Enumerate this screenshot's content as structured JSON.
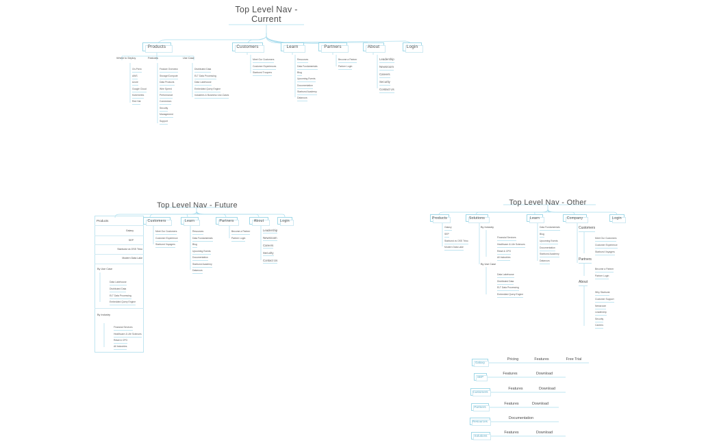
{
  "page": {
    "background": "#ffffff",
    "line_color": "#9fd8e8",
    "text_color": "#4a4a4a",
    "accent": "#5aa9c4"
  },
  "diagrams": [
    {
      "id": "current",
      "title": "Top Level Nav -\nCurrent",
      "nodes": [
        {
          "label": "Products"
        },
        {
          "label": "Customers"
        },
        {
          "label": "Learn"
        },
        {
          "label": "Partners"
        },
        {
          "label": "About"
        },
        {
          "label": "Login"
        }
      ],
      "products": {
        "groups": [
          {
            "heading": "Where to Deploy",
            "items": [
              "On-Prem",
              "AWS",
              "Azure",
              "Google Cloud",
              "Kubernetes",
              "Red Hat"
            ]
          },
          {
            "heading": "Features",
            "items": [
              "Feature Overview",
              "Storage/Compute",
              "Data Products",
              "Wire Speed",
              "Performance",
              "Connectors",
              "Security",
              "Management",
              "Support"
            ]
          },
          {
            "heading": "Use Case",
            "items": [
              "Distributed Data",
              "ELT Data Processing",
              "Data Lakehouse",
              "Embedded Query Engine",
              "Industries & Business Use-Cases"
            ]
          }
        ]
      },
      "customers": [
        "Meet Our Customers",
        "Customer Experiences",
        "Starburst Troopers"
      ],
      "learn": [
        "Resources",
        "Data Fundamentals",
        "Blog",
        "Upcoming Events",
        "Documentation",
        "Starburst Academy",
        "Datanova"
      ],
      "partners": [
        "Become a Partner",
        "Partner Login"
      ],
      "about": [
        "Leadership",
        "Newsroom",
        "Careers",
        "Security",
        "Contact Us"
      ]
    },
    {
      "id": "future",
      "title": "Top Level Nav - Future",
      "nodes": [
        {
          "label": "Products"
        },
        {
          "label": "Customers"
        },
        {
          "label": "Learn"
        },
        {
          "label": "Partners"
        },
        {
          "label": "About"
        },
        {
          "label": "Login"
        }
      ],
      "products": {
        "heading": "Products",
        "top_items": [
          "Galaxy",
          "SEP",
          "Starburst vs OSS Trino",
          "Modern Data Lake"
        ],
        "groups": [
          {
            "heading": "By Use Case",
            "items": [
              "Data Lakehouse",
              "Distributed Data",
              "ELT Data Processing",
              "Embedded Query Engine"
            ]
          },
          {
            "heading": "By Industry",
            "items": [
              "Financial Services",
              "Healthcare & Life Sciences",
              "Retail & CPG",
              "All Industries"
            ]
          }
        ]
      },
      "customers": [
        "Meet Our Customers",
        "Customer Experience",
        "Starburst Voyagers"
      ],
      "learn": [
        "Resources",
        "Data Fundamentals",
        "Blog",
        "Upcoming Events",
        "Documentation",
        "Starburst Academy",
        "Datanova"
      ],
      "partners": [
        "Become a Partner",
        "Partner Login"
      ],
      "about": [
        "Leadership",
        "Newsroom",
        "Careers",
        "Security",
        "Contact Us"
      ]
    },
    {
      "id": "other",
      "title": "Top Level Nav - Other",
      "nodes": [
        {
          "label": "Products"
        },
        {
          "label": "Solutions"
        },
        {
          "label": "Learn"
        },
        {
          "label": "Company"
        },
        {
          "label": "Login"
        }
      ],
      "products": [
        "Galaxy",
        "SEP",
        "Starburst vs OSS Trino",
        "Modern Data Lake"
      ],
      "solutions": {
        "groups": [
          {
            "heading": "By Industry",
            "items": [
              "Financial Services",
              "Healthcare & Life Sciences",
              "Retail & CPG",
              "All Industries"
            ]
          },
          {
            "heading": "By Use Case",
            "items": [
              "Data Lakehouse",
              "Distributed Data",
              "ELT Data Processing",
              "Embedded Query Engine"
            ]
          }
        ]
      },
      "learn": [
        "Data Fundamentals",
        "Blog",
        "Upcoming Events",
        "Documentation",
        "Starburst Academy",
        "Datanova"
      ],
      "company": {
        "groups": [
          {
            "heading": "Customers",
            "items": [
              "Meet Our Customers",
              "Customer Experience",
              "Starburst Voyagers"
            ]
          },
          {
            "heading": "Partners",
            "items": [
              "Become a Partner",
              "Partner Login"
            ]
          },
          {
            "heading": "About",
            "items": [
              "Why Starburst",
              "Customer Support",
              "Newsroom",
              "Leadership",
              "Security",
              "Careers"
            ]
          }
        ]
      }
    }
  ],
  "matrix": {
    "rows": [
      {
        "label": "Galaxy",
        "links": [
          "Pricing",
          "Features",
          "Free Trial"
        ]
      },
      {
        "label": "SEP",
        "links": [
          "Features",
          "Download"
        ]
      },
      {
        "label": "Customers",
        "links": [
          "Features",
          "Download"
        ]
      },
      {
        "label": "Partners",
        "links": [
          "Features",
          "Download"
        ]
      },
      {
        "label": "Resources",
        "links": [
          "Documentation"
        ]
      },
      {
        "label": "Solutions",
        "links": [
          "Features",
          "Download"
        ]
      }
    ]
  }
}
